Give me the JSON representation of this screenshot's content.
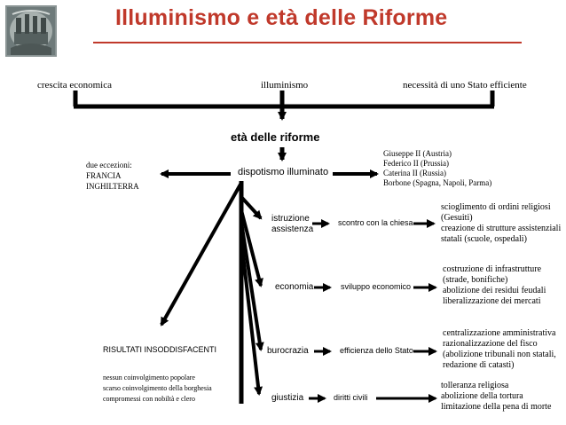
{
  "title": "Illuminismo e età delle Riforme",
  "colors": {
    "title": "#c0392b",
    "underline": "#c0392b",
    "lines": "#000000"
  },
  "logo": {
    "icon": "classical-relief-image"
  },
  "top_row": {
    "left": "crescita economica",
    "center": "illuminismo",
    "right": "necessità di uno Stato efficiente"
  },
  "center_node": "età delle riforme",
  "despotism": "dispotismo illuminato",
  "exceptions": [
    "due eccezioni:",
    "FRANCIA",
    "INGHILTERRA"
  ],
  "rulers": [
    "Giuseppe II (Austria)",
    "Federico II (Prussia)",
    "Caterina II (Russia)",
    "Borbone (Spagna, Napoli, Parma)"
  ],
  "rows": [
    {
      "area": [
        "istruzione",
        "assistenza"
      ],
      "effect": "scontro con la chiesa",
      "details": [
        "scioglimento di ordini religiosi",
        "(Gesuiti)",
        "creazione di strutture assistenziali",
        "statali (scuole, ospedali)"
      ]
    },
    {
      "area": [
        "economia"
      ],
      "effect": "sviluppo economico",
      "details": [
        "costruzione di infrastrutture",
        "(strade, bonifiche)",
        "abolizione dei residui feudali",
        "liberalizzazione dei mercati"
      ]
    },
    {
      "area": [
        "burocrazia"
      ],
      "effect": "efficienza dello Stato",
      "details": [
        "centralizzazione amministrativa",
        "razionalizzazione del fisco",
        "(abolizione tribunali non statali,",
        "redazione di catasti)"
      ]
    },
    {
      "area": [
        "giustizia"
      ],
      "effect": "diritti civili",
      "details": [
        "tolleranza religiosa",
        "abolizione della tortura",
        "limitazione della pena di morte"
      ]
    }
  ],
  "results": {
    "label": "RISULTATI INSODDISFACENTI",
    "items": [
      "nessun coinvolgimento popolare",
      "scarso coinvolgimento della borghesia",
      "compromessi con nobiltà e clero"
    ]
  }
}
